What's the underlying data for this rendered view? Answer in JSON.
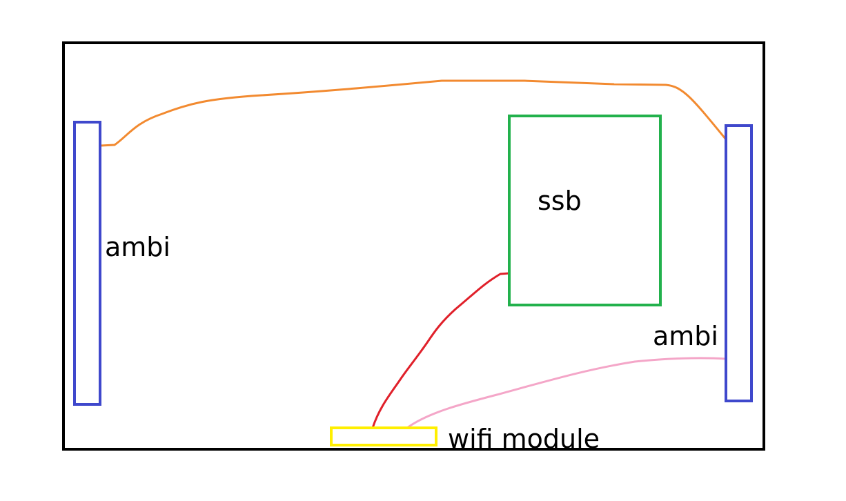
{
  "labels": {
    "ambi_left": "ambi",
    "ambi_right": "ambi",
    "ssb": "ssb",
    "wifi": "wifi module"
  },
  "colors": {
    "frame": "#000000",
    "ambi": "#3f48cc",
    "ssb": "#22b14c",
    "wifi": "#ffef00",
    "wire_top": "#f28a30",
    "wire_ssb_wifi": "#e0202a",
    "wire_wifi_ambi": "#f4a6c8",
    "text": "#000000"
  }
}
